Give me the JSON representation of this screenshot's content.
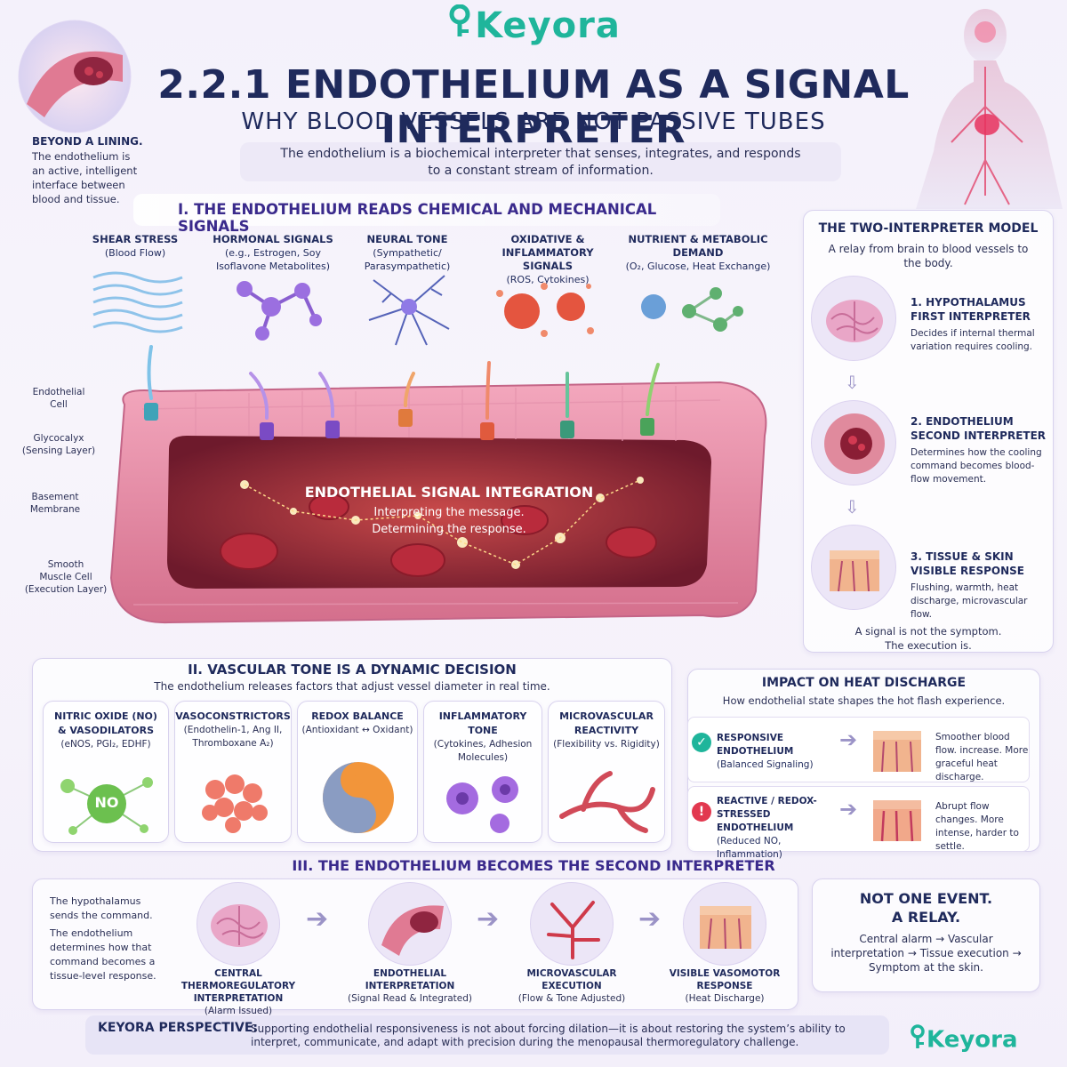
{
  "brand": {
    "name": "Keyora",
    "teal": "#1fb59b",
    "navy": "#1f2a5c",
    "purple": "#3a2a8c"
  },
  "header": {
    "title": "2.2.1 ENDOTHELIUM AS A SIGNAL INTERPRETER",
    "subtitle": "WHY BLOOD VESSELS ARE NOT PASSIVE TUBES",
    "intro_line1": "The endothelium is a biochemical interpreter that senses, integrates, and responds",
    "intro_line2": "to a constant stream of information."
  },
  "beyond": {
    "title": "BEYOND A LINING.",
    "body": "The endothelium is an active, intelligent interface between blood and tissue."
  },
  "section1": {
    "title": "I. THE ENDOTHELIUM READS CHEMICAL AND MECHANICAL SIGNALS",
    "signals": [
      {
        "title": "SHEAR STRESS",
        "line1": "(Blood Flow)",
        "line2": "",
        "line3": ""
      },
      {
        "title": "HORMONAL SIGNALS",
        "line1": "(e.g., Estrogen, Soy",
        "line2": "Isoflavone Metabolites)",
        "line3": ""
      },
      {
        "title": "NEURAL TONE",
        "line1": "(Sympathetic/",
        "line2": "Parasympathetic)",
        "line3": ""
      },
      {
        "title": "OXIDATIVE &",
        "line1": "INFLAMMATORY SIGNALS",
        "line2": "(ROS, Cytokines)",
        "line3": ""
      },
      {
        "title": "NUTRIENT & METABOLIC",
        "line1": "DEMAND",
        "line2": "(O₂, Glucose, Heat Exchange)",
        "line3": ""
      }
    ],
    "layers": [
      {
        "line1": "Endothelial",
        "line2": "Cell"
      },
      {
        "line1": "Glycocalyx",
        "line2": "(Sensing Layer)"
      },
      {
        "line1": "Basement",
        "line2": "Membrane"
      },
      {
        "line1": "Smooth",
        "line2": "Muscle Cell",
        "line3": "(Execution Layer)"
      }
    ],
    "integration_title": "ENDOTHELIAL SIGNAL INTEGRATION",
    "integration_line1": "Interpreting the message.",
    "integration_line2": "Determining the response."
  },
  "two_interpreter": {
    "title": "THE TWO-INTERPRETER MODEL",
    "subtitle": "A relay from brain to blood vessels to the body.",
    "steps": [
      {
        "title1": "1. HYPOTHALAMUS",
        "title2": "FIRST INTERPRETER",
        "body": "Decides if internal thermal variation requires cooling."
      },
      {
        "title1": "2. ENDOTHELIUM",
        "title2": "SECOND INTERPRETER",
        "body": "Determines how the cooling command becomes blood-flow movement."
      },
      {
        "title1": "3. TISSUE & SKIN",
        "title2": "VISIBLE RESPONSE",
        "body": "Flushing, warmth, heat discharge, microvascular flow."
      }
    ],
    "footer1": "A signal is not the symptom.",
    "footer2": "The execution is."
  },
  "section2": {
    "title": "II. VASCULAR TONE IS A DYNAMIC DECISION",
    "subtitle": "The endothelium releases factors that adjust vessel diameter in real time.",
    "factors": [
      {
        "title1": "NITRIC OXIDE (NO)",
        "title2": "& VASODILATORS",
        "body": "(eNOS, PGI₂, EDHF)"
      },
      {
        "title1": "VASOCONSTRICTORS",
        "title2": "",
        "body": "(Endothelin-1, Ang II, Thromboxane A₂)"
      },
      {
        "title1": "REDOX BALANCE",
        "title2": "",
        "body": "(Antioxidant ↔ Oxidant)"
      },
      {
        "title1": "INFLAMMATORY TONE",
        "title2": "",
        "body": "(Cytokines, Adhesion Molecules)"
      },
      {
        "title1": "MICROVASCULAR",
        "title2": "REACTIVITY",
        "body": "(Flexibility vs. Rigidity)"
      }
    ],
    "no_label": "NO"
  },
  "impact": {
    "title": "IMPACT ON HEAT DISCHARGE",
    "subtitle": "How endothelial state shapes the hot flash experience.",
    "rows": [
      {
        "state1": "RESPONSIVE ENDOTHELIUM",
        "state2": "",
        "detail": "(Balanced Signaling)",
        "result": "Smoother blood flow. increase. More graceful heat discharge.",
        "mark": "✓"
      },
      {
        "state1": "REACTIVE / REDOX-STRESSED",
        "state2": "ENDOTHELIUM",
        "detail": "(Reduced NO, Inflammation)",
        "result": "Abrupt flow changes. More intense, harder to settle.",
        "mark": "!"
      }
    ]
  },
  "section3": {
    "title": "III. THE ENDOTHELIUM BECOMES THE SECOND INTERPRETER",
    "text1": "The hypothalamus sends the command.",
    "text2": "The endothelium determines how that command becomes a tissue-level response.",
    "stages": [
      {
        "title1": "CENTRAL THERMOREGULATORY",
        "title2": "INTERPRETATION",
        "body": "(Alarm Issued)"
      },
      {
        "title1": "ENDOTHELIAL",
        "title2": "INTERPRETATION",
        "body": "(Signal Read & Integrated)"
      },
      {
        "title1": "MICROVASCULAR",
        "title2": "EXECUTION",
        "body": "(Flow & Tone Adjusted)"
      },
      {
        "title1": "VISIBLE VASOMOTOR",
        "title2": "RESPONSE",
        "body": "(Heat Discharge)"
      }
    ]
  },
  "relay": {
    "title1": "NOT ONE EVENT.",
    "title2": "A RELAY.",
    "body": "Central alarm → Vascular interpretation → Tissue execution → Symptom at the skin."
  },
  "perspective": {
    "head": "KEYORA PERSPECTIVE:",
    "body": "Supporting endothelial responsiveness is not about forcing dilation—it is about restoring the system’s ability to interpret, communicate, and adapt with precision during the menopausal thermoregulatory challenge."
  }
}
